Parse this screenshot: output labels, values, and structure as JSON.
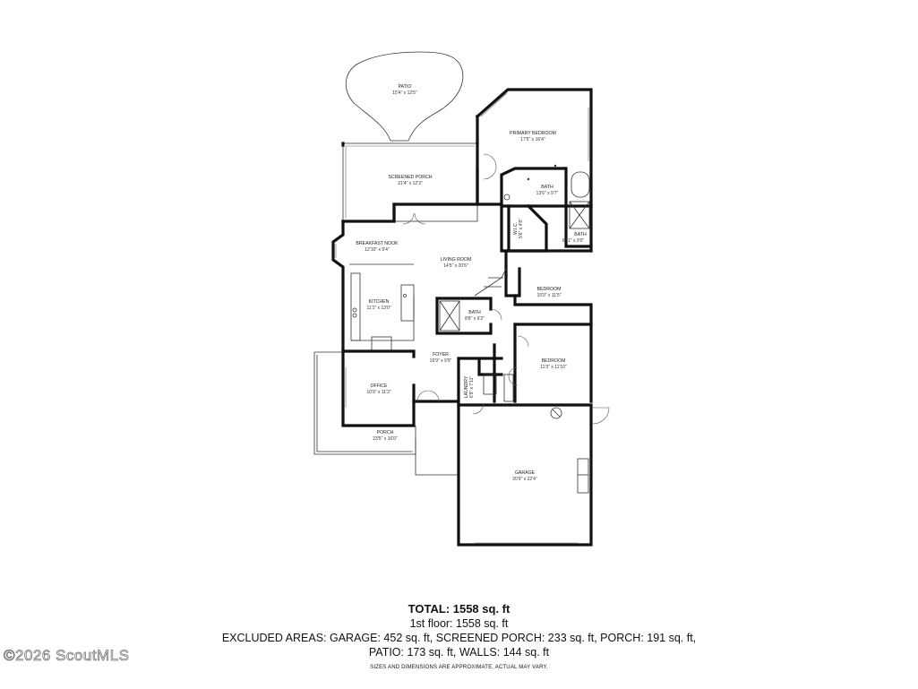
{
  "plan": {
    "rooms": [
      {
        "key": "patio",
        "name": "PATIO",
        "dim": "15'4\" x 12'5\""
      },
      {
        "key": "primary_bedroom",
        "name": "PRIMARY BEDROOM",
        "dim": "17'5\" x 16'4\""
      },
      {
        "key": "screened_porch",
        "name": "SCREENED PORCH",
        "dim": "21'4\" x 12'3\""
      },
      {
        "key": "bath_primary",
        "name": "BATH",
        "dim": "13'6\" x 9'7\""
      },
      {
        "key": "bath_small",
        "name": "BATH",
        "dim": "6'11\" x 3'0\""
      },
      {
        "key": "wic",
        "name": "W.I.C.",
        "dim": "5'6\" x 4'8\""
      },
      {
        "key": "breakfast_nook",
        "name": "BREAKFAST NOOK",
        "dim": "12'10\" x 9'4\""
      },
      {
        "key": "living_room",
        "name": "LIVING ROOM",
        "dim": "14'5\" x 20'6\""
      },
      {
        "key": "bedroom_1",
        "name": "BEDROOM",
        "dim": "15'0\" x 11'5\""
      },
      {
        "key": "kitchen",
        "name": "KITCHEN",
        "dim": "11'1\" x 13'0\""
      },
      {
        "key": "bath_hall",
        "name": "BATH",
        "dim": "8'8\" x 6'2\""
      },
      {
        "key": "foyer",
        "name": "FOYER",
        "dim": "16'9\" x 9'9\""
      },
      {
        "key": "bedroom_2",
        "name": "BEDROOM",
        "dim": "11'3\" x 11'10\""
      },
      {
        "key": "office",
        "name": "OFFICE",
        "dim": "10'9\" x 11'3\""
      },
      {
        "key": "laundry",
        "name": "LAUNDRY",
        "dim": "6'9\" x 7'11\""
      },
      {
        "key": "porch",
        "name": "PORCH",
        "dim": "23'5\" x 16'0\""
      },
      {
        "key": "garage",
        "name": "GARAGE",
        "dim": "20'9\" x 22'4\""
      }
    ]
  },
  "summary": {
    "total": "TOTAL: 1558 sq. ft",
    "floor": "1st floor: 1558 sq. ft",
    "excluded": "EXCLUDED AREAS: GARAGE: 452 sq. ft, SCREENED PORCH: 233 sq. ft, PORCH: 191 sq. ft,",
    "excluded2": "PATIO: 173 sq. ft, WALLS: 144 sq. ft",
    "disclaimer": "SIZES AND DIMENSIONS ARE APPROXIMATE, ACTUAL MAY VARY."
  },
  "watermark": "©2026 ScoutMLS"
}
